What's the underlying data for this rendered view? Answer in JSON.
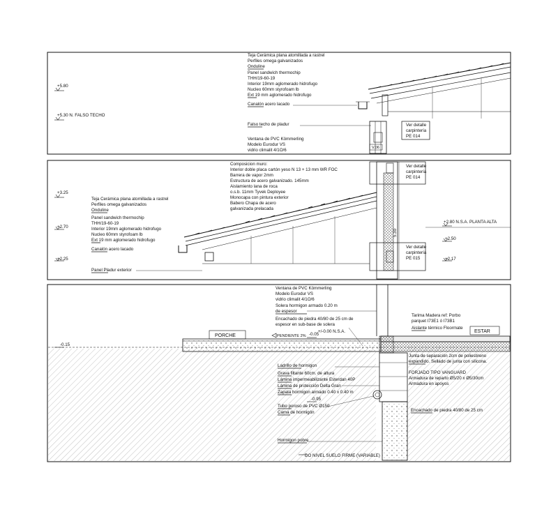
{
  "panel1": {
    "levels": {
      "top": "+5.80",
      "ceiling": "+5.30  N. FALSO TECHO"
    },
    "roof_spec": [
      "Teja Cerámica plana atomillada a rastrel",
      "Perfiles omega galvanizados",
      "Onduline"
    ],
    "panel_spec": [
      "Panel sandwich thermochip",
      "THH/19-60-19",
      "Interior  19mm aglomerado hidrofugo",
      "Nucleo  60mm styrofoam lb",
      "Ext       19 mm aglomerado hidrofugo"
    ],
    "canalon": "Canalón acero lacado",
    "falso_techo": "Falso techo de pladur",
    "window_spec": [
      "Ventana de PVC Kömmerling",
      "Modelo Eurodur VS",
      "vidrio climalit 4/1O/6"
    ],
    "detail_ref": [
      "Ver detalle",
      "carpintería",
      "PE 014"
    ],
    "tag": "V.06"
  },
  "panel2": {
    "levels": {
      "l325": "+3.25",
      "l270": "+2.70",
      "l225": "+2.25",
      "planta_alta": "+2.80  N.S.A. PLANTA ALTA",
      "l250": "+2.50",
      "l217": "+2.17"
    },
    "wall_spec": [
      "Composicion muro:",
      "Interior doble placa cartón yeso N 13 + 13 mm WR FOC",
      "Barrera de vapor 2mm",
      "Estructura de acero galvanizado. 145mm",
      "Aislamiento  lana de roca",
      "o.s.b. 11mm Tyvek Deployee",
      "Monocapa con pintura exterior",
      "Babero Chapa de acero",
      "galvanizada prelacada"
    ],
    "roof_spec": [
      "Teja Cerámica plana atomillada a rastrel",
      "Perfiles omega galvanizados",
      "Onduline"
    ],
    "panel_spec": [
      "Panel sandwich thermochip",
      "THH/19-60-19",
      "Interior  19mm aglomerado hidrofugo",
      "Nucleo  60mm styrofoam lb",
      "Ext       19 mm aglomerado hidrofugo"
    ],
    "canalon": "Canalón acero lacado",
    "pladur": "Panel Pladur exterior",
    "detail_ref_a": [
      "Ver detalle",
      "carpintería",
      "PE 014"
    ],
    "detail_ref_b": [
      "Ver detalle",
      "carpintería",
      "PE 015"
    ],
    "dim": "5.30"
  },
  "panel3": {
    "window_spec": [
      "Ventana de PVC Kömmerling",
      "Modelo Eurodur VS",
      "vidrio climalit 4/1O/6"
    ],
    "solera": [
      "Solera hormigon armado 0.20 m",
      "de espesor"
    ],
    "encachado_top": [
      "Encachado de piedra 40/80 de 25 cm de",
      "espesor en sub-base de solera"
    ],
    "tarima": [
      "Tarima Madera ref: Porbo",
      "parquet I73E1 ó I73B1"
    ],
    "aislante": "Aislante térmico Floormate",
    "porche": "PORCHE",
    "estar": "ESTAR",
    "pendiente": "PENDIENTE  2%",
    "l_m005": "-0.05",
    "l_ns": "+/-0.00 N.S.A.",
    "l_m015": "-0.15",
    "l_m095": "-0.95",
    "junta": [
      "Junta de separación 2cm de poliestireno",
      "expandido. Sellado de junta con silicona."
    ],
    "forjado": [
      "FORJADO TIPO VANGUARD",
      "Armadura de reparto Ø5/20 x Ø5/30cm",
      "Armadura en apoyos"
    ],
    "layers": [
      "Ladrillo de hormigon",
      "Grava filtante 60cm. de altura",
      "Lámina impermeabilizante Esterdan 40P",
      "Lámina de protección Delta Gran",
      "Zapata hormigon armado 0.40 x 0.40 m"
    ],
    "tubo": "Tubo poroso de PVC Ø150",
    "cama": "Cama de hormigón",
    "encachado_right": "Encachado de piedra 40/80 de 25 cm",
    "hormigon_pobre": "Hormigon pobre",
    "suelo_firme": "DO NIVEL SUELO FIRME (VARIABLE)"
  }
}
